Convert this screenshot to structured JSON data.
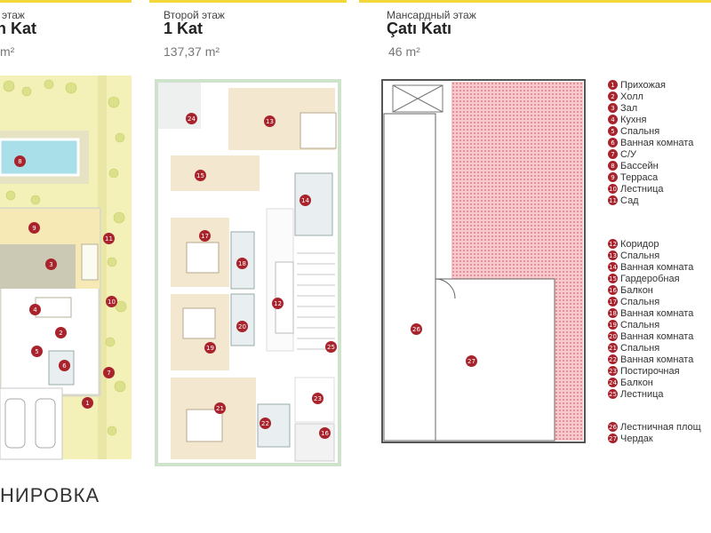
{
  "floors": [
    {
      "subtitle": "этаж",
      "name": "n Kat",
      "area": "m²"
    },
    {
      "subtitle": "Второй этаж",
      "name": "1 Kat",
      "area": "137,37 m²"
    },
    {
      "subtitle": "Мансардный этаж",
      "name": "Çatı Katı",
      "area": "46 m²"
    }
  ],
  "legend_group1": [
    {
      "num": "1",
      "label": "Прихожая"
    },
    {
      "num": "2",
      "label": "Холл"
    },
    {
      "num": "3",
      "label": "Зал"
    },
    {
      "num": "4",
      "label": "Кухня"
    },
    {
      "num": "5",
      "label": "Спальня"
    },
    {
      "num": "6",
      "label": "Ванная комната"
    },
    {
      "num": "7",
      "label": "С/У"
    },
    {
      "num": "8",
      "label": "Бассейн"
    },
    {
      "num": "9",
      "label": "Терраса"
    },
    {
      "num": "10",
      "label": "Лестница"
    },
    {
      "num": "11",
      "label": "Сад"
    }
  ],
  "legend_group2": [
    {
      "num": "12",
      "label": "Коридор"
    },
    {
      "num": "13",
      "label": "Спальня"
    },
    {
      "num": "14",
      "label": "Ванная комната"
    },
    {
      "num": "15",
      "label": "Гардеробная"
    },
    {
      "num": "16",
      "label": "Балкон"
    },
    {
      "num": "17",
      "label": "Спальня"
    },
    {
      "num": "18",
      "label": "Ванная комната"
    },
    {
      "num": "19",
      "label": "Спальня"
    },
    {
      "num": "20",
      "label": "Ванная комната"
    },
    {
      "num": "21",
      "label": "Спальня"
    },
    {
      "num": "22",
      "label": "Ванная комната"
    },
    {
      "num": "23",
      "label": "Постирочная"
    },
    {
      "num": "24",
      "label": "Балкон"
    },
    {
      "num": "25",
      "label": "Лестница"
    }
  ],
  "legend_group3": [
    {
      "num": "26",
      "label": "Лестничная площ"
    },
    {
      "num": "27",
      "label": "Чердак"
    }
  ],
  "plan1_markers": [
    "8",
    "9",
    "3",
    "11",
    "4",
    "2",
    "10",
    "5",
    "6",
    "7",
    "1"
  ],
  "plan2_markers": [
    "24",
    "13",
    "15",
    "14",
    "17",
    "18",
    "12",
    "20",
    "19",
    "25",
    "21",
    "23",
    "22",
    "16"
  ],
  "plan3_markers": [
    "26",
    "27"
  ],
  "bottom_title": "НИРОВКА",
  "colors": {
    "accent": "#f2d63a",
    "marker": "#a8232c",
    "roof": "#e89a9e",
    "garden": "#f4f1b8",
    "wall": "#cfe3cc"
  }
}
